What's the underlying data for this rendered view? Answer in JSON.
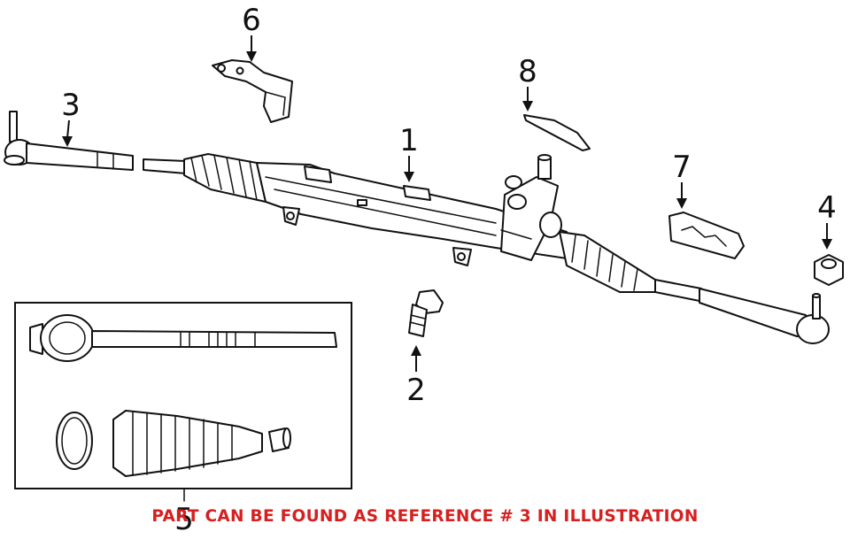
{
  "callouts": {
    "c1": "1",
    "c2": "2",
    "c3": "3",
    "c4": "4",
    "c5": "5",
    "c6": "6",
    "c7": "7",
    "c8": "8"
  },
  "note": "PART CAN BE FOUND AS REFERENCE # 3 IN ILLUSTRATION",
  "colors": {
    "note": "#d62020",
    "lineart": "#111111"
  }
}
